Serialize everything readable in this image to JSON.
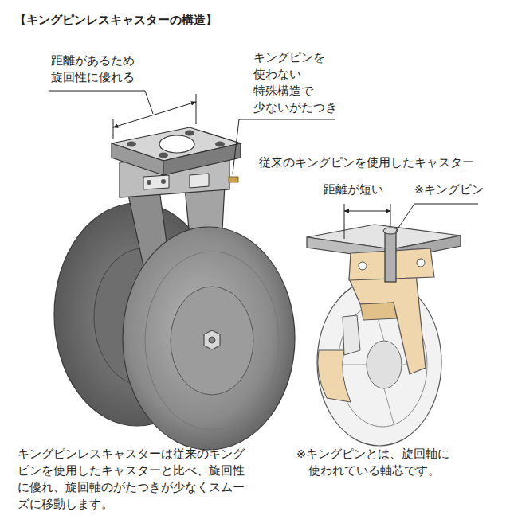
{
  "diagram": {
    "title": "【キングピンレスキャスターの構造】",
    "labels": [
      "距離があるため 旋回性に優れる",
      "キングピンを 使わない 特殊構造で 少ないがたつき",
      "従来のキングピンを使用したキャスター",
      "距離が短い",
      "※キングピン",
      "キングピンレスキャスターは従来のキング ピンを使用したキャスターと比べ、旋回性 に優れ、旋回軸のがたつきが少なくスムー ズに移動します。",
      "※キングピンとは、旋回軸に 使われている軸芯です。"
    ]
  }
}
